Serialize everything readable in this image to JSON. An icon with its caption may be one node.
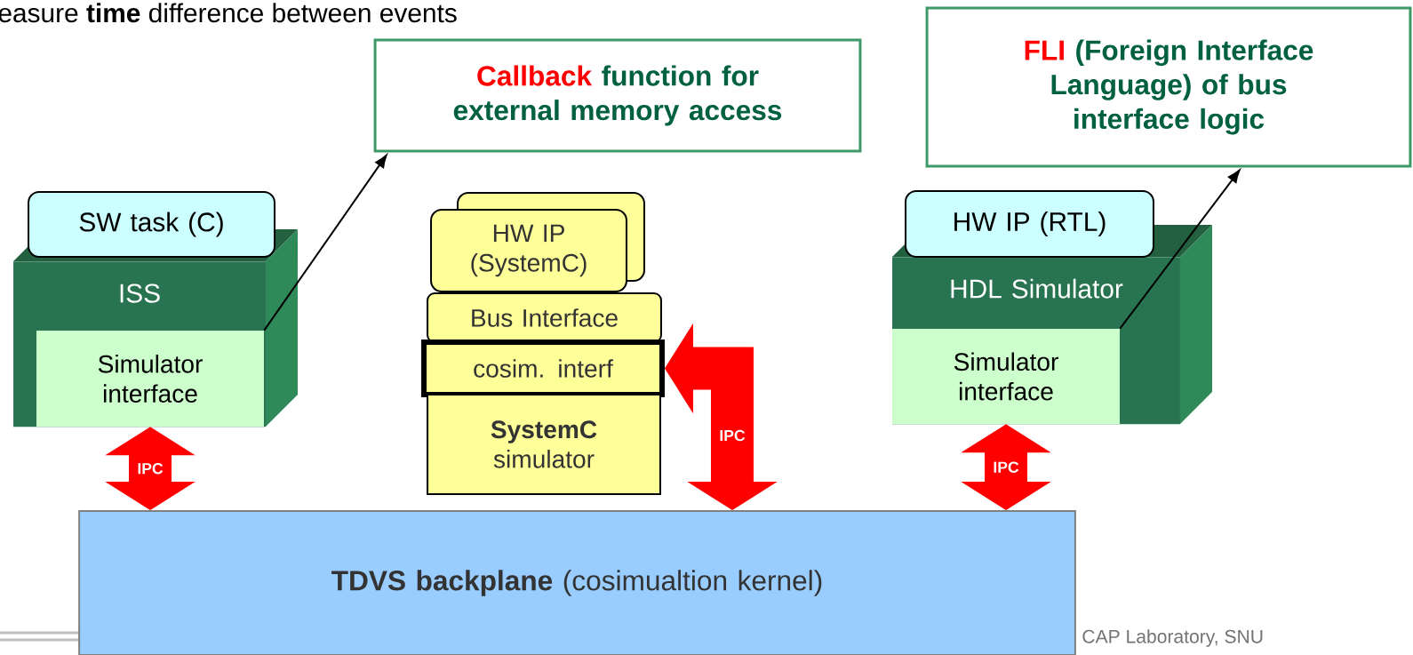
{
  "diagram": {
    "nodes": [
      {
        "text": [
          "Callback",
          "function for external memory access"
        ]
      },
      {
        "text": [
          "FLI",
          "(Foreign Interface Language) of bus interface logic"
        ]
      },
      {
        "text": [
          "ISS"
        ]
      },
      {
        "text": [
          "SW task (C)"
        ]
      },
      {
        "text": [
          "Simulator interface"
        ],
        "in": 2
      },
      {
        "text": [
          "HW IP (SystemC)"
        ]
      },
      {
        "text": [
          "Bus Interface"
        ]
      },
      {
        "text": [
          "cosim. interf"
        ]
      },
      {
        "text": [
          "**SystemC** simulator"
        ]
      },
      {
        "text": [
          "HDL Simulator"
        ]
      },
      {
        "text": [
          "HW IP (RTL)"
        ]
      },
      {
        "text": [
          "Simulator interface"
        ],
        "in": 9
      },
      {
        "text": [
          "**TDVS backplane** (cosimualtion kernel)"
        ]
      }
    ],
    "edges": [
      {
        "from": 4,
        "to": 0,
        "arrow": "to",
        "color": "#000000"
      },
      {
        "from": 11,
        "to": 1,
        "arrow": "to",
        "color": "#000000"
      },
      {
        "from": 4,
        "to": 12,
        "arrow": "both",
        "label": "IPC"
      },
      {
        "from": 12,
        "to": 7,
        "arrow": "both",
        "label": "IPC"
      },
      {
        "from": 11,
        "to": 12,
        "arrow": "both",
        "label": "IPC"
      }
    ],
    "labels": [
      "easure **time** difference between events",
      "CAP Laboratory, SNU"
    ]
  }
}
